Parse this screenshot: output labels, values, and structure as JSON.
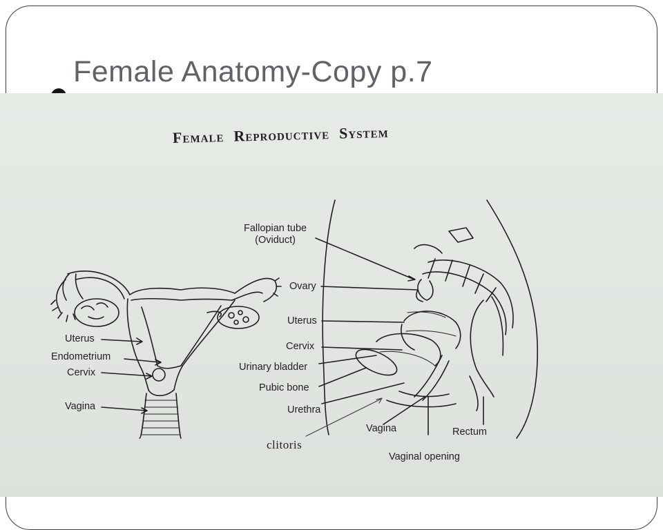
{
  "slide": {
    "title": "Female Anatomy-Copy p.7"
  },
  "diagram": {
    "heading_words": [
      "Female",
      "Reproductive",
      "System"
    ],
    "front_view_labels": {
      "uterus": "Uterus",
      "endometrium": "Endometrium",
      "cervix": "Cervix",
      "vagina": "Vagina"
    },
    "side_view_labels": {
      "fallopian_tube_line1": "Fallopian tube",
      "fallopian_tube_line2": "(Oviduct)",
      "ovary": "Ovary",
      "uterus": "Uterus",
      "cervix": "Cervix",
      "urinary_bladder": "Urinary bladder",
      "pubic_bone": "Pubic bone",
      "urethra": "Urethra",
      "vagina": "Vagina",
      "rectum": "Rectum",
      "vaginal_opening": "Vaginal opening"
    },
    "handwritten_annotation": "clitoris"
  }
}
